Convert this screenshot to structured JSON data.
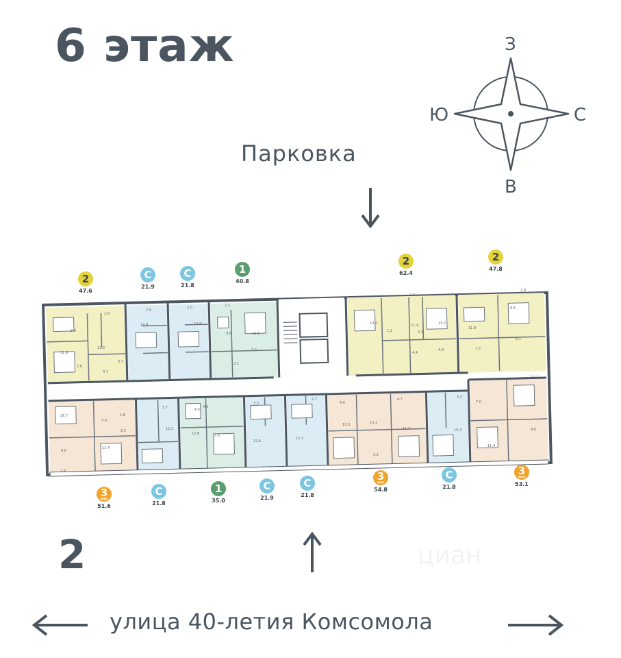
{
  "floor_title": "6 этаж",
  "section_number": "2",
  "parking_label": "Парковка",
  "street_label": "улица 40-летия Комсомола",
  "compass": {
    "north": "З",
    "west": "Ю",
    "east": "С",
    "south": "В"
  },
  "watermark": "циан",
  "colors": {
    "studio": "#7cc6e2",
    "one_room": "#5b9e6d",
    "two_room": "#e3d23b",
    "three_euro": "#f1a32c",
    "studio_fill": "#dcecf5",
    "one_room_fill": "#dbeee6",
    "two_room_fill": "#f3f0c4",
    "three_fill": "#f6e6d5",
    "wall": "#4d5761"
  },
  "apartments_top": [
    {
      "type": "2",
      "area": "47.6"
    },
    {
      "type": "С",
      "area": "21.9"
    },
    {
      "type": "С",
      "area": "21.8"
    },
    {
      "type": "1",
      "area": "40.8"
    },
    {
      "type": "2",
      "area": "62.4"
    },
    {
      "type": "2",
      "area": "47.8"
    }
  ],
  "apartments_bottom": [
    {
      "type": "3",
      "sub": "евро",
      "area": "51.6"
    },
    {
      "type": "С",
      "area": "21.8"
    },
    {
      "type": "1",
      "area": "35.0"
    },
    {
      "type": "С",
      "area": "21.9"
    },
    {
      "type": "С",
      "area": "21.8"
    },
    {
      "type": "3",
      "sub": "евро",
      "area": "54.8"
    },
    {
      "type": "С",
      "area": "21.8"
    },
    {
      "type": "3",
      "sub": "евро",
      "area": "53.1"
    }
  ],
  "room_labels": [
    "9.8",
    "2.8",
    "12.2",
    "11.8",
    "3.7",
    "2.6",
    "4.7",
    "12.9",
    "2.9",
    "12.8",
    "2.0",
    "2.2",
    "9.8",
    "13.6",
    "3.2",
    "3.1",
    "10.2",
    "2.0",
    "11.4",
    "13.2",
    "3.3",
    "1.2",
    "4.4",
    "4.9",
    "11.9",
    "9.8",
    "2.9",
    "1.5",
    "8.1",
    "16.7",
    "7.0",
    "1.8",
    "2.5",
    "9.6",
    "11.4",
    "2.8",
    "12.2",
    "3.7",
    "4.5",
    "4.9",
    "7.6",
    "12.8",
    "3.3",
    "12.6",
    "15.3",
    "2.7",
    "4.0",
    "13.3",
    "15.2",
    "4.7",
    "11.7",
    "2.2",
    "15.3",
    "3.3",
    "7.0",
    "11.4",
    "17.2",
    "9.6"
  ]
}
